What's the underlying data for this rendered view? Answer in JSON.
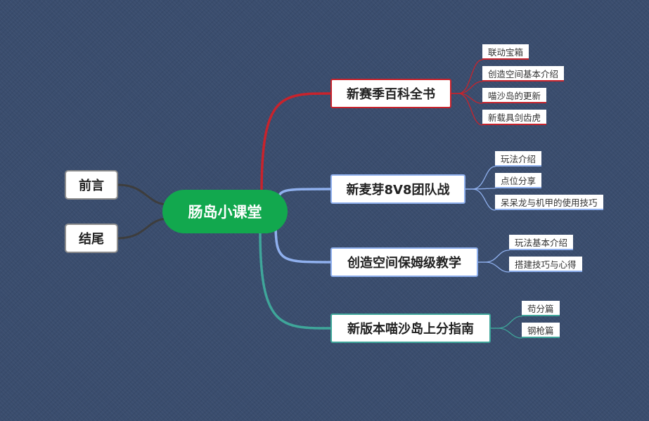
{
  "root": {
    "label": "肠岛小课堂",
    "color": "#12a84e"
  },
  "left": [
    {
      "label": "前言"
    },
    {
      "label": "结尾"
    }
  ],
  "branches": [
    {
      "label": "新赛季百科全书",
      "color": "#c8232c",
      "children": [
        "联动宝箱",
        "创造空间基本介绍",
        "喵沙岛的更新",
        "新载具剑齿虎"
      ]
    },
    {
      "label": "新麦芽8V8团队战",
      "color": "#8fb0ee",
      "children": [
        "玩法介绍",
        "点位分享",
        "呆呆龙与机甲的使用技巧"
      ]
    },
    {
      "label": "创造空间保姆级教学",
      "color": "#8fb0ee",
      "children": [
        "玩法基本介绍",
        "搭建技巧与心得"
      ]
    },
    {
      "label": "新版本喵沙岛上分指南",
      "color": "#3fa69a",
      "children": [
        "苟分篇",
        "钢枪篇"
      ]
    }
  ]
}
